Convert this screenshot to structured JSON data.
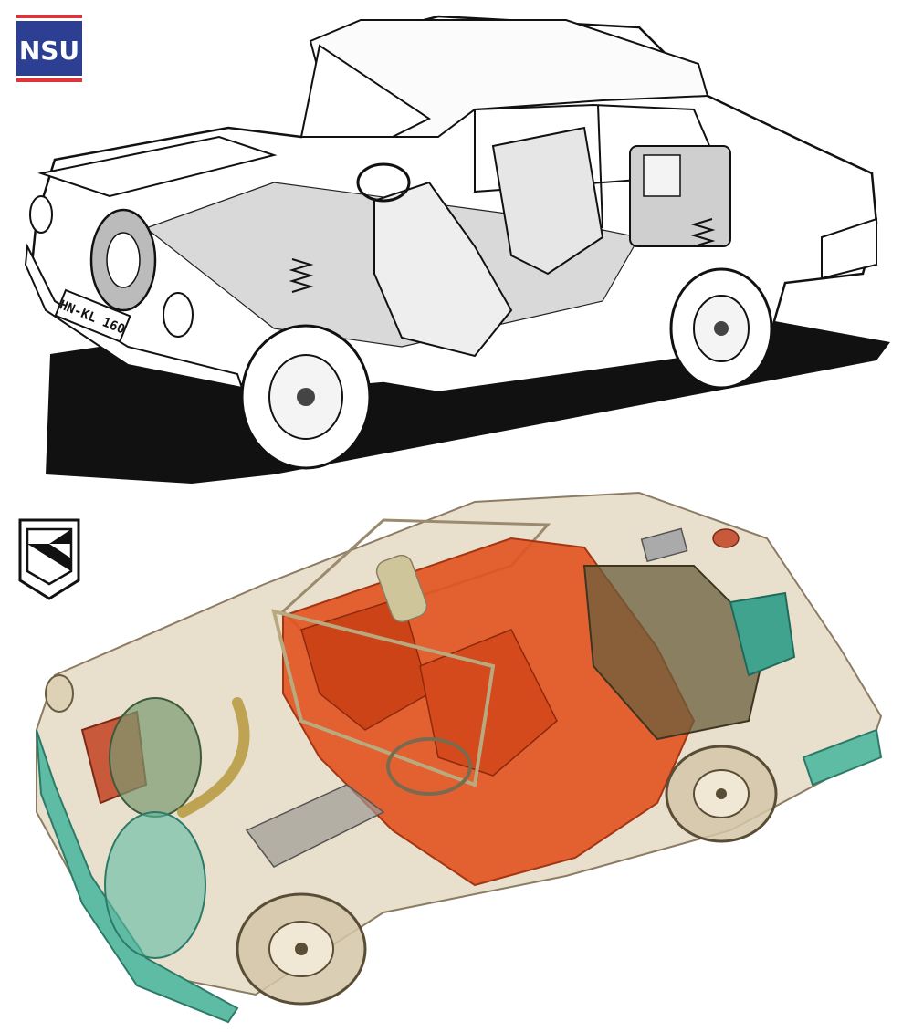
{
  "logos": {
    "top_brand": "NSU",
    "bottom_brand_icon": "zaz-emblem-icon"
  },
  "top_illustration": {
    "license_plate": "HN-KL 160",
    "style": "black-and-white cutaway line drawing"
  },
  "bottom_illustration": {
    "style": "color phantom view"
  },
  "colors": {
    "nsu_blue": "#2c3f93",
    "nsu_red": "#e0343c",
    "seats_orange": "#e2521f",
    "body_beige": "#e7dcc8",
    "bumper_teal": "#5fbca4",
    "ground_black": "#111111"
  }
}
